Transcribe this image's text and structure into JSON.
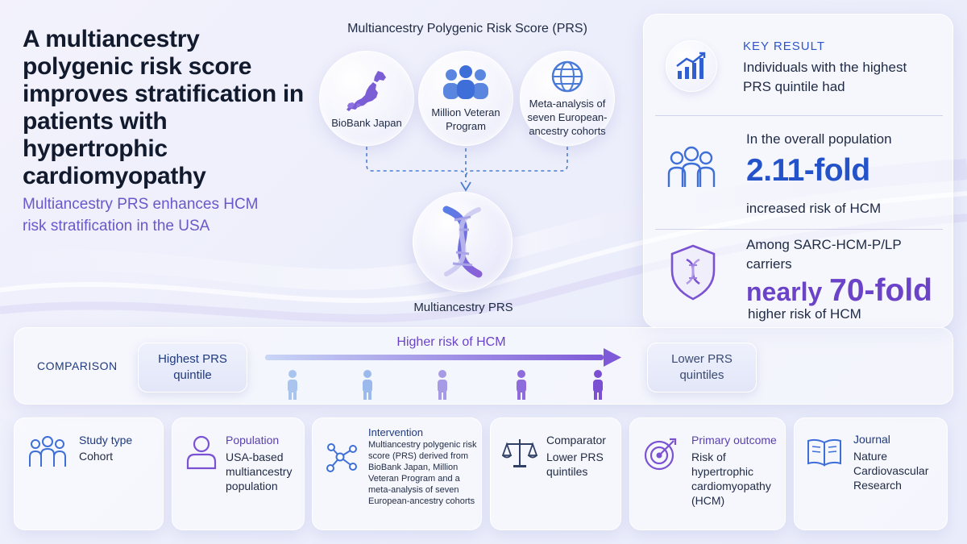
{
  "title": "A multiancestry polygenic risk score improves stratification in patients with hypertrophic cardiomyopathy",
  "subtitle": "Multiancestry PRS enhances HCM risk stratification in the USA",
  "prs": {
    "heading": "Multiancestry Polygenic Risk Score (PRS)",
    "sources": [
      {
        "label": "BioBank Japan",
        "icon": "japan-map-icon"
      },
      {
        "label": "Million Veteran Program",
        "icon": "group-people-icon"
      },
      {
        "label": "Meta-analysis of seven European-ancestry cohorts",
        "icon": "globe-icon"
      }
    ],
    "center_label": "Multiancestry PRS",
    "center_icon": "dna-helix-icon"
  },
  "key_result": {
    "title": "KEY RESULT",
    "intro": "Individuals with the highest PRS quintile had",
    "overall": {
      "context": "In the overall population",
      "value": "2.11-fold",
      "tail": "increased risk of HCM"
    },
    "carriers": {
      "context": "Among SARC-HCM-P/LP carriers",
      "prefix": "nearly ",
      "value": "70-fold",
      "tail": "higher risk of HCM"
    }
  },
  "comparison": {
    "label": "COMPARISON",
    "highest": "Highest PRS quintile",
    "arrow_label": "Higher risk of HCM",
    "lower": "Lower PRS quintiles"
  },
  "cards": [
    {
      "title": "Study type",
      "text": "Cohort",
      "icon": "people-group-icon"
    },
    {
      "title": "Population",
      "text": "USA-based multiancestry population",
      "icon": "person-icon"
    },
    {
      "title": "Intervention",
      "text": "Multiancestry polygenic risk score (PRS) derived from BioBank Japan, Million Veteran Program and a meta-analysis of seven European-ancestry cohorts",
      "icon": "network-icon"
    },
    {
      "title": "Comparator",
      "text": "Lower PRS quintiles",
      "icon": "scales-icon"
    },
    {
      "title": "Primary outcome",
      "text": "Risk of hypertrophic cardiomyopathy (HCM)",
      "icon": "target-icon"
    },
    {
      "title": "Journal",
      "text": "Nature Cardiovascular Research",
      "icon": "book-icon"
    }
  ],
  "colors": {
    "blue_accent": "#2452c9",
    "purple_accent": "#6a43c8",
    "title_text": "#121a2e"
  }
}
